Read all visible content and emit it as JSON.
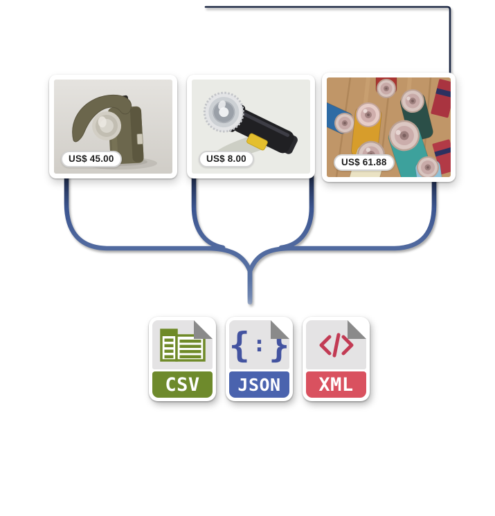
{
  "listings": [
    {
      "price": "US$ 45.00",
      "photo": "olive-vintage-lamp-photo"
    },
    {
      "price": "US$ 8.00",
      "photo": "black-flashlight-photo"
    },
    {
      "price": "US$ 61.88",
      "photo": "vintage-flashlight-collection-photo"
    }
  ],
  "formats": [
    {
      "label": "CSV",
      "band_color": "#6e8a2c",
      "glyph_icon": "spreadsheet-table-icon",
      "glyph_color": "#6f8a28"
    },
    {
      "label": "JSON",
      "band_color": "#4a63ae",
      "glyph_icon": "curly-braces-colon-icon",
      "glyph_color": "#4353a0",
      "glyph_open": "{",
      "glyph_colon": ":",
      "glyph_close": "}"
    },
    {
      "label": "XML",
      "band_color": "#d9515f",
      "glyph_icon": "code-tag-icon",
      "glyph_color": "#c23b54"
    }
  ],
  "file_icon": {
    "page_color": "#e4e3e4",
    "fold_color": "#8a8a8a",
    "border_color": "#ffffff"
  },
  "wires": {
    "color_mid": "#50689e",
    "color_dark": "#1b2642"
  },
  "badge": {
    "background": "#ffffff",
    "border_color": "#d2d2d2",
    "text_color": "#1a1a1a"
  }
}
